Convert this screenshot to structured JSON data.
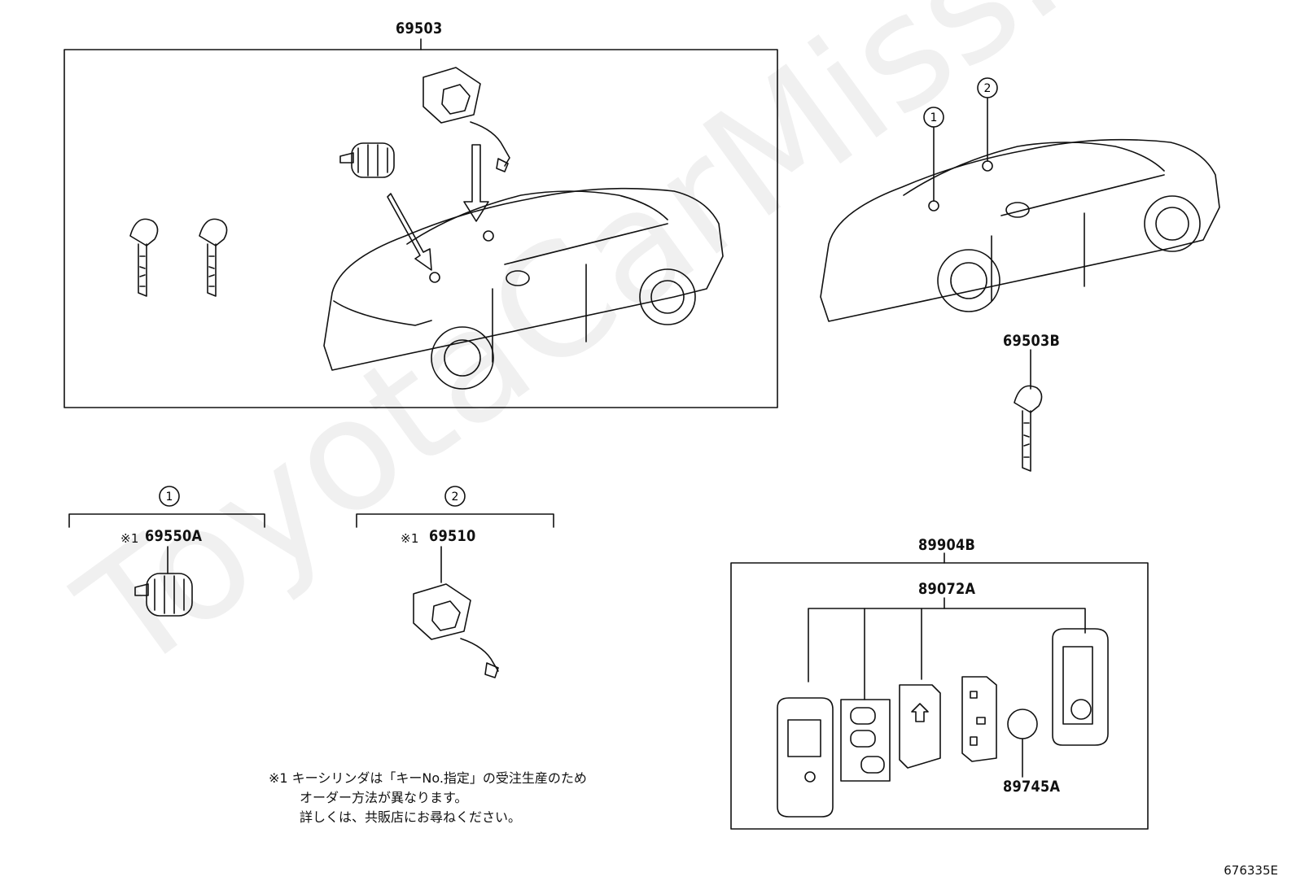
{
  "labels": {
    "kit_69503": "69503",
    "key_69503b": "69503B",
    "cyl_69550a": "69550A",
    "cyl_69510": "69510",
    "remote_89904b": "89904B",
    "remote_89072a": "89072A",
    "battery_89745a": "89745A"
  },
  "callouts": {
    "one": "1",
    "two": "2"
  },
  "marks": {
    "note_mark_1": "※1",
    "note_mark_2": "※1"
  },
  "note": {
    "line1": "※1 キーシリンダは「キーNo.指定」の受注生産のため",
    "line2": "オーダー方法が異なります。",
    "line3": "詳しくは、共販店にお尋ねください。"
  },
  "reference": "676335E",
  "watermark": "ToyotaCarMiss.ru"
}
